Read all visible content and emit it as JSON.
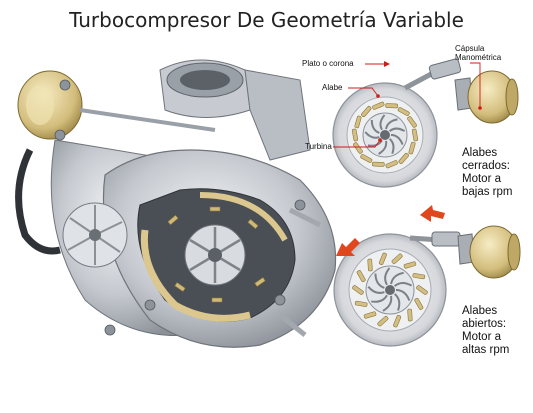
{
  "title": "Turbocompresor De Geometría Variable",
  "labels": {
    "capsule": [
      "Cápsula",
      "Manométrica"
    ],
    "ring": "Plato o corona",
    "vane": "Alabe",
    "turbine": "Turbina"
  },
  "states": {
    "closed": [
      "Alabes",
      "cerrados:",
      "Motor a",
      "bajas rpm"
    ],
    "open": [
      "Alabes",
      "abiertos:",
      "Motor a",
      "altas rpm"
    ]
  },
  "colors": {
    "leader": "#d11a1a",
    "arrow": "#e0471e",
    "metal": "#c9ccd1",
    "brass": "#d8c58c"
  }
}
